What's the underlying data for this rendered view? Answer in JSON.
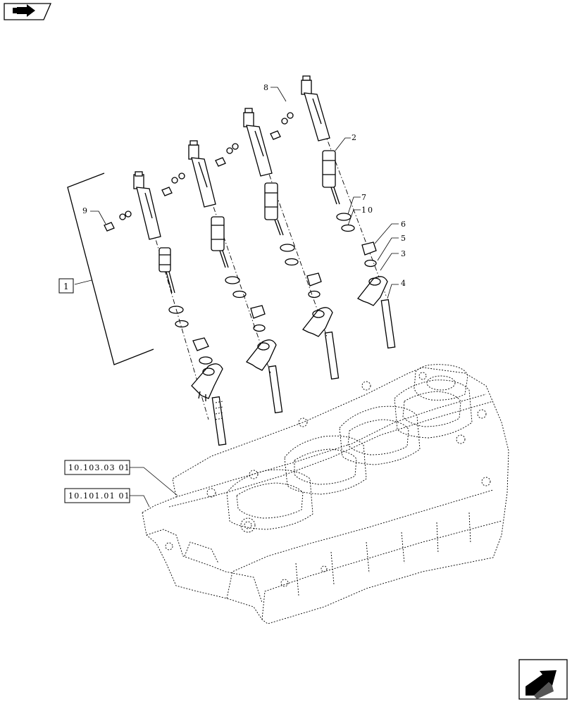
{
  "diagram": {
    "callouts": [
      {
        "id": "c1",
        "label": "1"
      },
      {
        "id": "c2",
        "label": "2"
      },
      {
        "id": "c3",
        "label": "3"
      },
      {
        "id": "c4",
        "label": "4"
      },
      {
        "id": "c5",
        "label": "5"
      },
      {
        "id": "c6",
        "label": "6"
      },
      {
        "id": "c7",
        "label": "7"
      },
      {
        "id": "c8",
        "label": "8"
      },
      {
        "id": "c9",
        "label": "9"
      },
      {
        "id": "c10",
        "label": "10"
      }
    ],
    "references": [
      {
        "id": "r1",
        "label": "10.103.03 01"
      },
      {
        "id": "r2",
        "label": "10.101.01 01"
      }
    ]
  },
  "icons": {
    "top_left": "back-arrow-icon",
    "bottom_right": "next-page-arrow-icon"
  }
}
